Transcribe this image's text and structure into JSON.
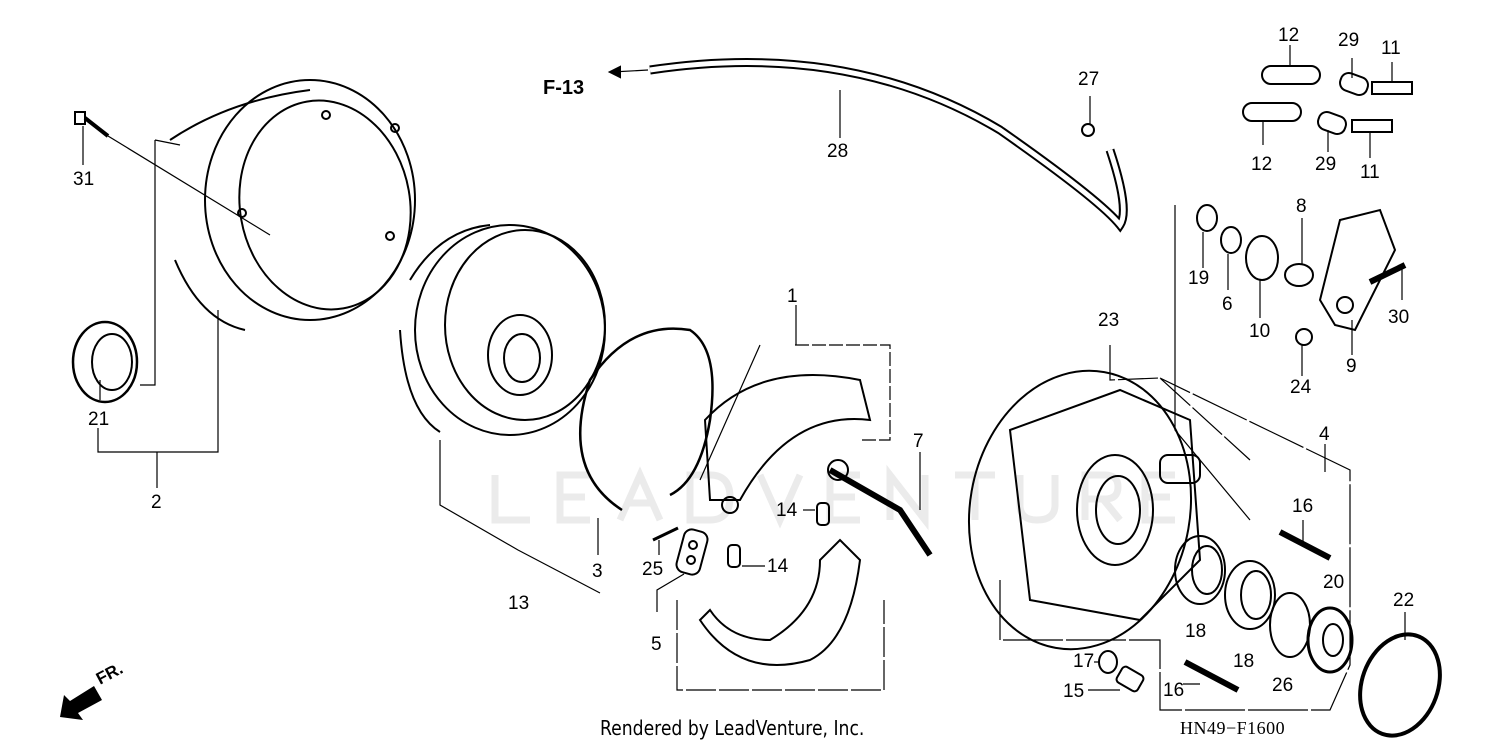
{
  "diagram": {
    "reference": "F-13",
    "front_indicator": "FR.",
    "watermark": "LEADVENTURE",
    "credit": "Rendered by LeadVenture, Inc.",
    "diagram_code": "HN49−F1600",
    "callouts": [
      {
        "id": "c1",
        "num": "1"
      },
      {
        "id": "c2",
        "num": "2"
      },
      {
        "id": "c3",
        "num": "3"
      },
      {
        "id": "c4",
        "num": "4"
      },
      {
        "id": "c5",
        "num": "5"
      },
      {
        "id": "c6",
        "num": "6"
      },
      {
        "id": "c7",
        "num": "7"
      },
      {
        "id": "c8",
        "num": "8"
      },
      {
        "id": "c9",
        "num": "9"
      },
      {
        "id": "c10",
        "num": "10"
      },
      {
        "id": "c11a",
        "num": "11"
      },
      {
        "id": "c11b",
        "num": "11"
      },
      {
        "id": "c12a",
        "num": "12"
      },
      {
        "id": "c12b",
        "num": "12"
      },
      {
        "id": "c13",
        "num": "13"
      },
      {
        "id": "c14a",
        "num": "14"
      },
      {
        "id": "c14b",
        "num": "14"
      },
      {
        "id": "c15",
        "num": "15"
      },
      {
        "id": "c16a",
        "num": "16"
      },
      {
        "id": "c16b",
        "num": "16"
      },
      {
        "id": "c17",
        "num": "17"
      },
      {
        "id": "c18a",
        "num": "18"
      },
      {
        "id": "c18b",
        "num": "18"
      },
      {
        "id": "c19",
        "num": "19"
      },
      {
        "id": "c20",
        "num": "20"
      },
      {
        "id": "c21",
        "num": "21"
      },
      {
        "id": "c22",
        "num": "22"
      },
      {
        "id": "c23",
        "num": "23"
      },
      {
        "id": "c24",
        "num": "24"
      },
      {
        "id": "c25",
        "num": "25"
      },
      {
        "id": "c26",
        "num": "26"
      },
      {
        "id": "c27",
        "num": "27"
      },
      {
        "id": "c28",
        "num": "28"
      },
      {
        "id": "c29a",
        "num": "29"
      },
      {
        "id": "c29b",
        "num": "29"
      },
      {
        "id": "c30",
        "num": "30"
      },
      {
        "id": "c31",
        "num": "31"
      }
    ]
  }
}
